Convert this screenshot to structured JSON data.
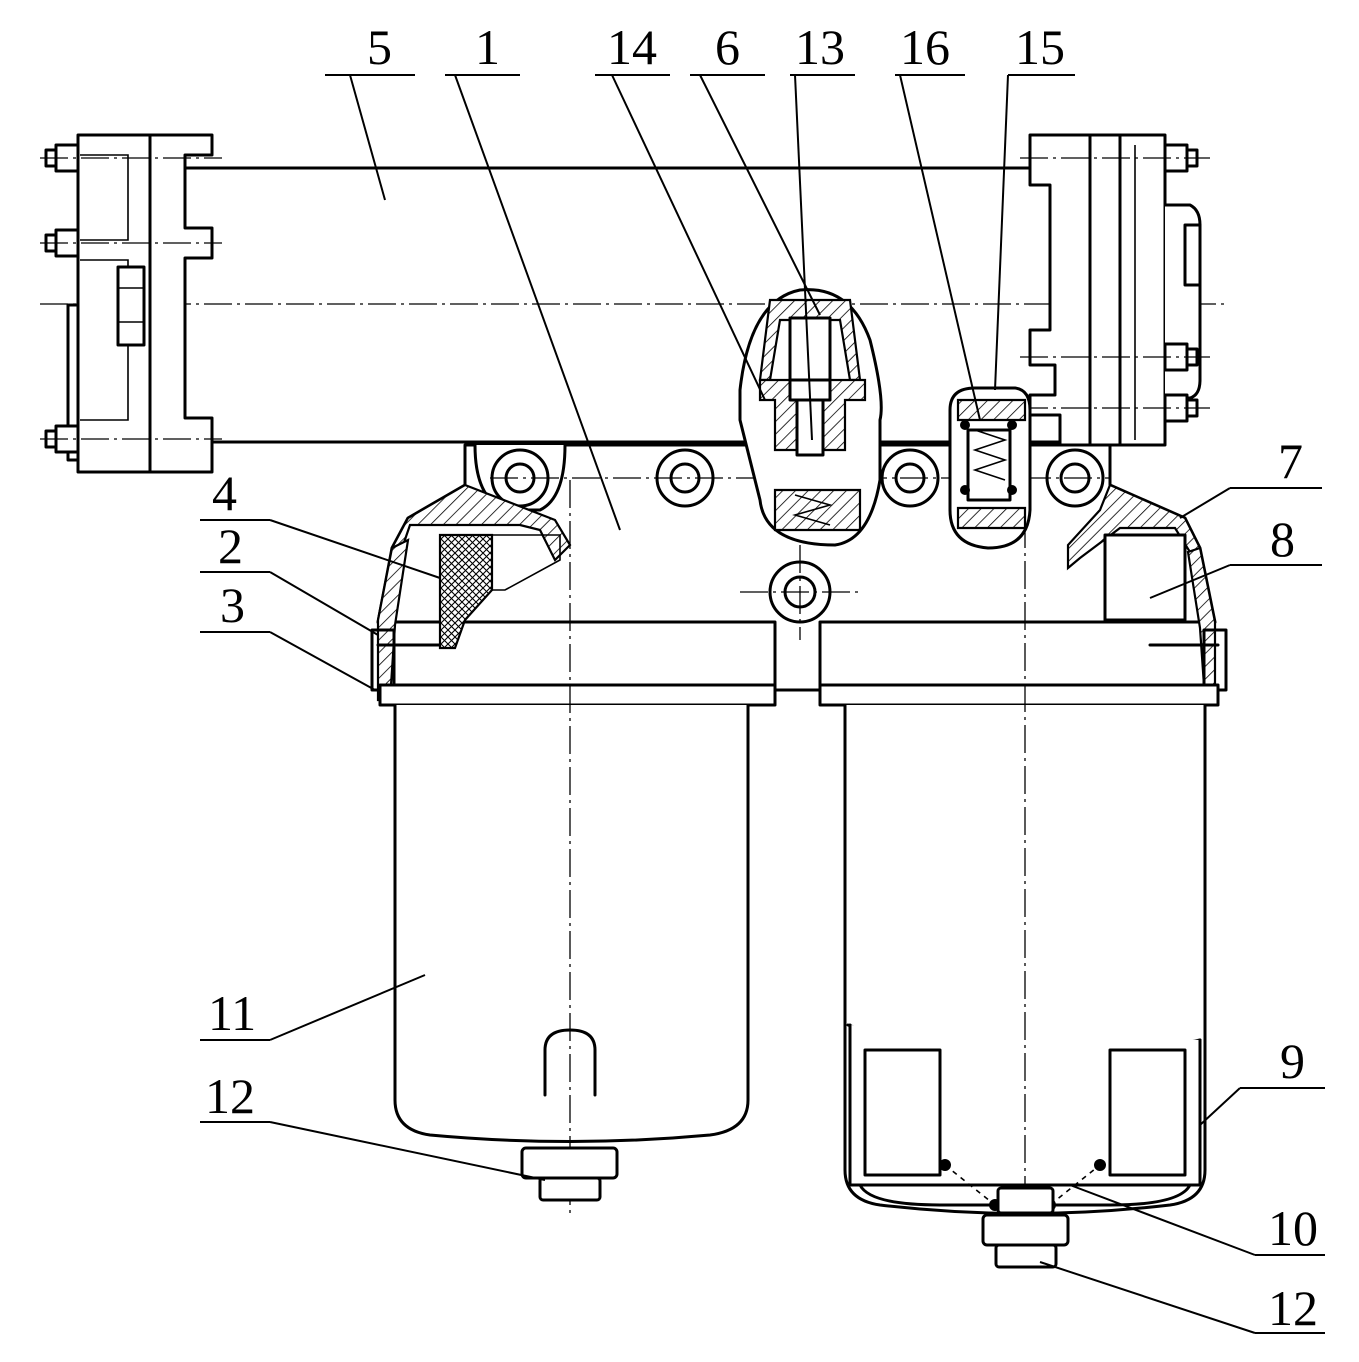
{
  "callouts": [
    {
      "id": "c5",
      "text": "5"
    },
    {
      "id": "c1",
      "text": "1"
    },
    {
      "id": "c14",
      "text": "14"
    },
    {
      "id": "c6",
      "text": "6"
    },
    {
      "id": "c13",
      "text": "13"
    },
    {
      "id": "c16",
      "text": "16"
    },
    {
      "id": "c15",
      "text": "15"
    },
    {
      "id": "c7",
      "text": "7"
    },
    {
      "id": "c8",
      "text": "8"
    },
    {
      "id": "c4",
      "text": "4"
    },
    {
      "id": "c2",
      "text": "2"
    },
    {
      "id": "c3",
      "text": "3"
    },
    {
      "id": "c11",
      "text": "11"
    },
    {
      "id": "c12a",
      "text": "12"
    },
    {
      "id": "c9",
      "text": "9"
    },
    {
      "id": "c10",
      "text": "10"
    },
    {
      "id": "c12b",
      "text": "12"
    }
  ]
}
